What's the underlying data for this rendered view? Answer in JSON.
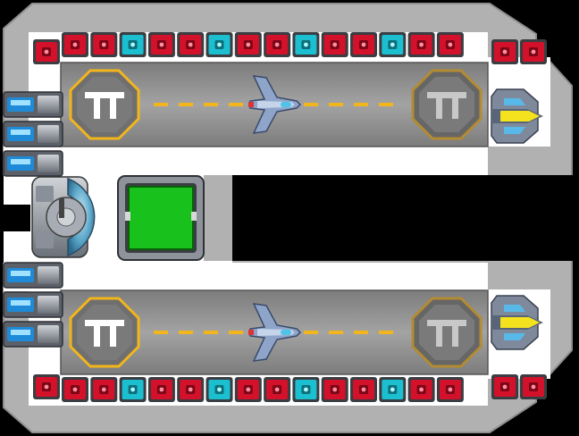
{
  "hangar": {
    "palette": {
      "hull": "#b1b1b1",
      "hull_edge": "#8e8e8e",
      "interior": "#ffffff",
      "space": "#000000",
      "runway": "#8b8b8b",
      "runway_stripe": "#a6a6a6",
      "pad_active": "#f2b51c",
      "pad_inactive": "#b38b32",
      "center_dash": "#f2b51c",
      "tile_red": "#d3112a",
      "tile_cyan": "#1bbfd0",
      "screen_green": "#18c11b",
      "thruster_blue": "#1f8bd8",
      "fighter_yellow": "#f4e21e"
    },
    "top_wall_tiles": [
      "red",
      "red",
      "cyan",
      "red",
      "red",
      "cyan",
      "red",
      "red",
      "cyan",
      "red",
      "red",
      "cyan",
      "red",
      "red"
    ],
    "bottom_wall_tiles": [
      "red",
      "red",
      "cyan",
      "red",
      "red",
      "cyan",
      "red",
      "red",
      "cyan",
      "red",
      "red",
      "cyan",
      "red",
      "red"
    ],
    "bays": [
      {
        "name": "upper",
        "left_pad": {
          "glyph": "TT",
          "state": "active"
        },
        "right_pad": {
          "glyph": "TT",
          "state": "inactive"
        },
        "ship": "interceptor",
        "side_corner_tiles": 3,
        "docked_fighter": "yellow-fighter"
      },
      {
        "name": "lower",
        "left_pad": {
          "glyph": "TT",
          "state": "active"
        },
        "right_pad": {
          "glyph": "TT",
          "state": "inactive"
        },
        "ship": "interceptor",
        "side_corner_tiles": 3,
        "docked_fighter": "yellow-fighter"
      }
    ],
    "thruster_pods": {
      "upper_count": 3,
      "lower_count": 3
    },
    "control_room": {
      "module": "turret-dome",
      "screen": "green-monitor"
    },
    "icons": [
      "landing-pad-icon",
      "ship-icon",
      "fighter-icon",
      "thruster-icon",
      "turret-icon",
      "monitor-icon",
      "red-block-icon",
      "cyan-block-icon"
    ]
  }
}
